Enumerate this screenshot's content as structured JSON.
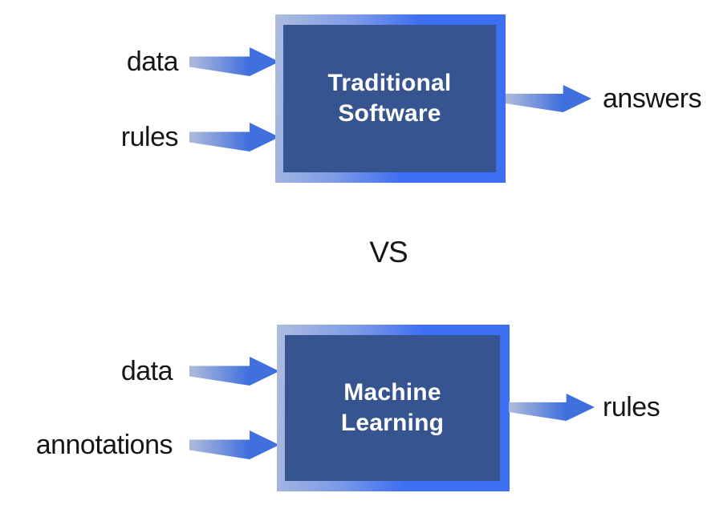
{
  "vs_label": "VS",
  "colors": {
    "background": "#ffffff",
    "box_fill": "#36548F",
    "border_light": "#AEBDDE",
    "border_blue": "#3D6FF2",
    "arrow_light": "#A9B8DA",
    "arrow_blue": "#4070DD",
    "text_dark": "#161616",
    "text_light": "#FFFFFF"
  },
  "diagrams": [
    {
      "name": "traditional-software",
      "box_label_line1": "Traditional",
      "box_label_line2": "Software",
      "inputs": [
        "data",
        "rules"
      ],
      "output": "answers"
    },
    {
      "name": "machine-learning",
      "box_label_line1": "Machine",
      "box_label_line2": "Learning",
      "inputs": [
        "data",
        "annotations"
      ],
      "output": "rules"
    }
  ]
}
